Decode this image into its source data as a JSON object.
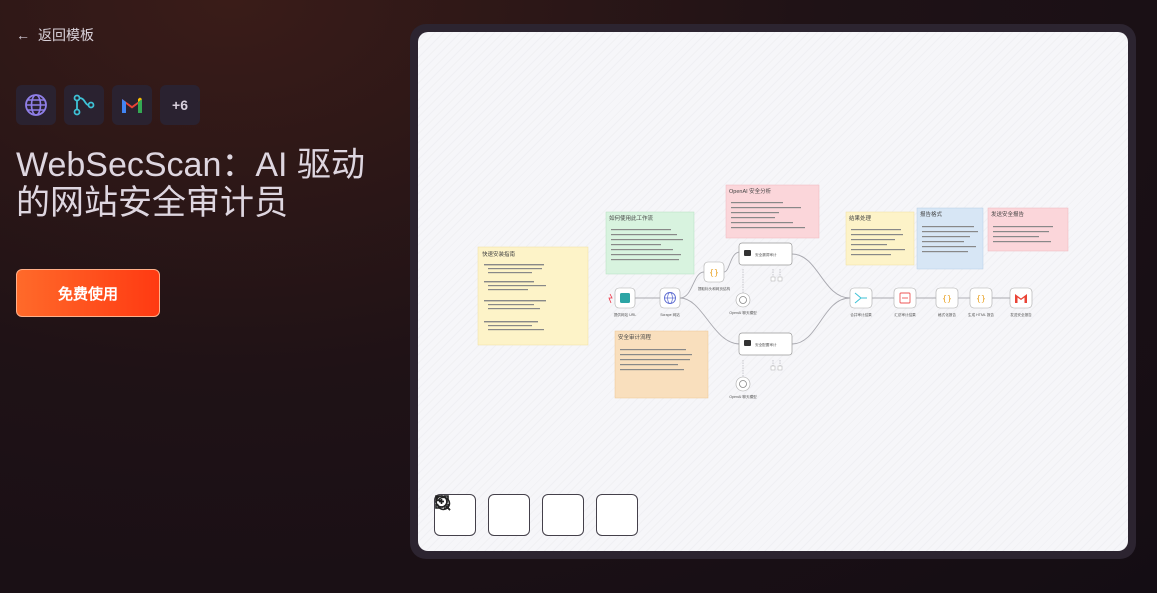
{
  "nav": {
    "back_label": "返回模板"
  },
  "integrations": {
    "icons": [
      "globe-icon",
      "workflow-icon",
      "gmail-icon"
    ],
    "more_label": "+6"
  },
  "hero": {
    "title": "WebSecScan：AI 驱动的网站安全审计员",
    "cta_label": "免费使用"
  },
  "workflow": {
    "notes": {
      "quick_setup": "快速安装指南",
      "how_it_works": "如何使用此工作流",
      "openai_analysis": "OpenAI 安全分析",
      "result_processing": "结果处理",
      "report_format": "报告格式",
      "send_report": "发送安全报告",
      "audit_flow": "安全审计流程"
    },
    "nodes": {
      "form_trigger": "提供网站 URL",
      "http_request": "Scrape 网站",
      "extract_headers": "提取标头和网页结构",
      "agent_1": "安全漏洞审计",
      "model_1": "OpenAI 聊天模型",
      "agent_2": "安全配置审计",
      "model_2": "OpenAI 聊天模型",
      "merge": "合并审计结果",
      "aggregate": "汇总审计结果",
      "format": "格式化报告",
      "html": "生成 HTML 报告",
      "gmail": "发送安全报告"
    }
  },
  "controls": [
    "fullscreen-icon",
    "zoom-in-icon",
    "zoom-out-icon",
    "reset-icon"
  ],
  "colors": {
    "accent": "#ff4a1a",
    "note_yellow": "#fdf3c8",
    "note_green": "#d8f3df",
    "note_pink": "#fbd6da",
    "note_blue": "#d7e6f5",
    "note_orange": "#f9dfbd"
  }
}
